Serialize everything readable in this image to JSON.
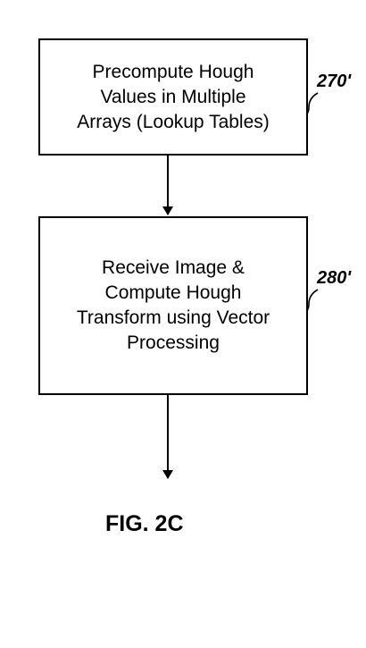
{
  "steps": [
    {
      "lines": [
        "Precompute Hough",
        "Values in Multiple",
        "Arrays (Lookup Tables)"
      ],
      "ref": "270'"
    },
    {
      "lines": [
        "Receive Image &",
        "Compute Hough",
        "Transform using Vector",
        "Processing"
      ],
      "ref": "280'"
    }
  ],
  "figure_label": "FIG. 2C"
}
